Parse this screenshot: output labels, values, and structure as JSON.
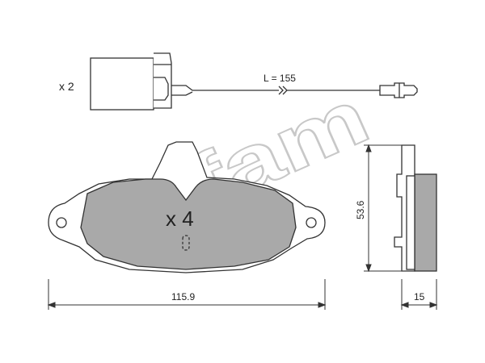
{
  "watermark": {
    "text": "cifam"
  },
  "sensor": {
    "quantity_label": "x 2",
    "length_label": "L = 155"
  },
  "pad": {
    "quantity_label": "x 4"
  },
  "dimensions": {
    "width_label": "115.9",
    "height_label": "53.6",
    "thickness_label": "15"
  },
  "colors": {
    "pad_fill": "#a9a9a9",
    "outline": "#333333",
    "backing_fill": "#ffffff",
    "watermark": "#c8c8c8"
  }
}
